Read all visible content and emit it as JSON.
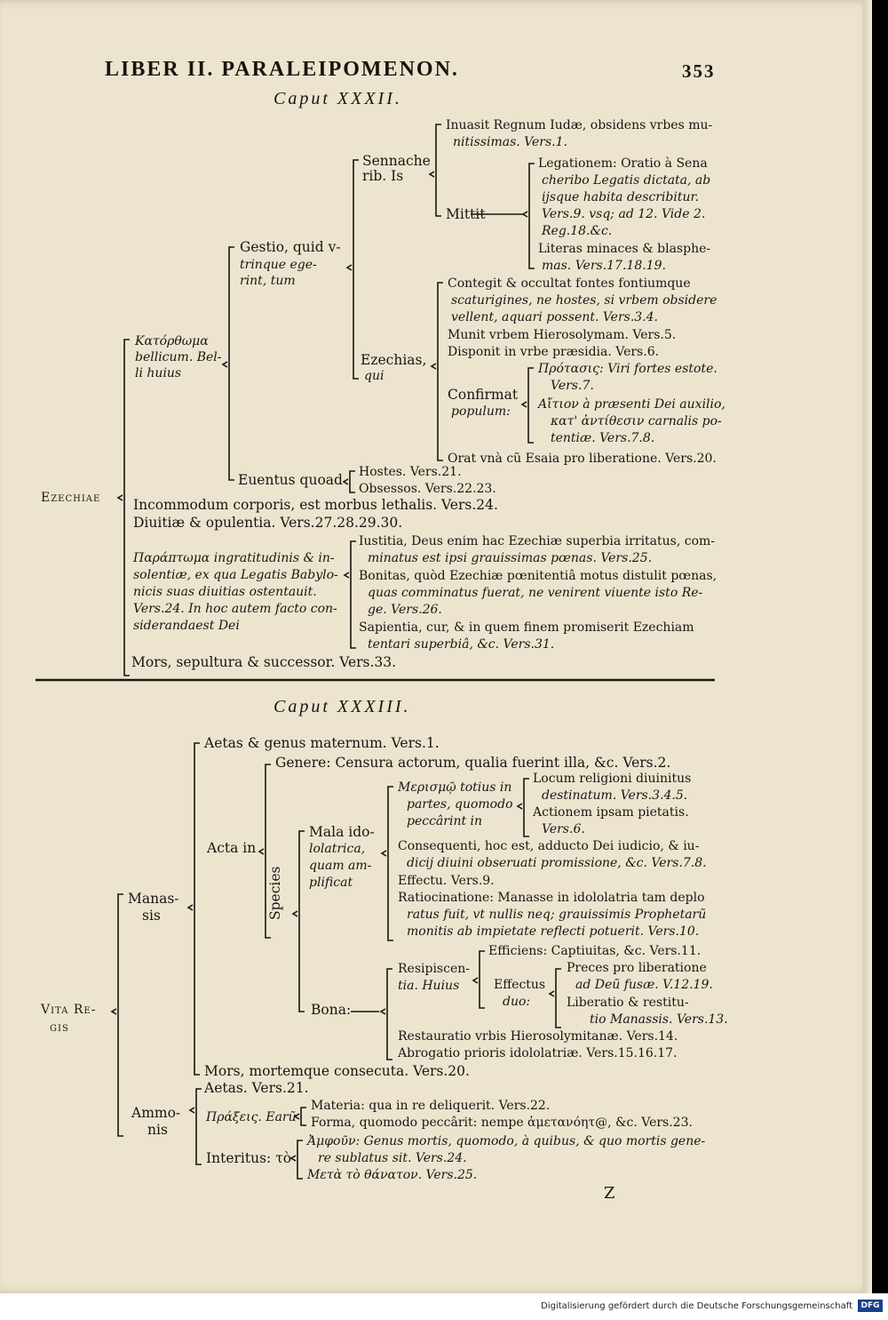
{
  "header": {
    "title": "LIBER II. PARALEIPOMENON.",
    "page_number": "353"
  },
  "chapter_32": {
    "heading": "Caput XXXII.",
    "root": "Ezechiae",
    "katorthoma": [
      "Κατόρθωμα",
      "bellicum. Bel-",
      "li huius"
    ],
    "gestio": [
      "Gestio, quid v-",
      "trinque ege-",
      "rint, tum"
    ],
    "sennacherib": [
      "Sennache",
      "rib. Is"
    ],
    "inuasit": [
      "Inuasit Regnum Iudæ, obsidens vrbes mu-",
      "nitissimas. Vers.1."
    ],
    "mittit": "Mittit",
    "legationem": [
      "Legationem: Oratio à Sena",
      "cheribo Legatis dictata, ab",
      "ijsque habita describitur.",
      "Vers.9. vsq; ad 12. Vide 2.",
      "Reg.18.&c."
    ],
    "literas": [
      "Literas minaces & blasphe-",
      "mas. Vers.17.18.19."
    ],
    "ezechias": [
      "Ezechias,",
      "qui"
    ],
    "contegit": [
      "Contegit & occultat fontes fontiumque",
      "scaturigines, ne hostes, si vrbem obsidere",
      "vellent, aquari possent. Vers.3.4."
    ],
    "munit": "Munit vrbem Hierosolymam. Vers.5.",
    "disponit": "Disponit in vrbe præsidia. Vers.6.",
    "confirmat": [
      "Confirmat",
      "populum:"
    ],
    "protasis": [
      "Πρότασις: Viri fortes estote.",
      "Vers.7."
    ],
    "aitios": [
      "Αἴτιον à præsenti Dei auxilio,",
      "κατ' ἀντίθεσιν carnalis po-",
      "tentiæ. Vers.7.8."
    ],
    "orat": "Orat vnà cũ Esaia pro liberatione. Vers.20.",
    "euentus": "Euentus quoad",
    "hostes": "Hostes. Vers.21.",
    "obsessos": "Obsessos. Vers.22.23.",
    "incommodum": "Incommodum corporis, est morbus lethalis. Vers.24.",
    "diuitiae": "Diuitiæ & opulentia. Vers.27.28.29.30.",
    "paraptoma": [
      "Παράπτωμα ingratitudinis & in-",
      "solentiæ, ex qua Legatis Babylo-",
      "nicis suas diuitias ostentauit.",
      "Vers.24. In hoc autem facto con-",
      "siderandaest Dei"
    ],
    "iustitia": [
      "Iustitia, Deus enim hac Ezechiæ superbia irritatus, com-",
      "minatus est ipsi grauissimas pœnas. Vers.25."
    ],
    "bonitas": [
      "Bonitas, quòd Ezechiæ pœnitentiâ motus distulit pœnas,",
      "quas comminatus fuerat, ne venirent viuente isto Re-",
      "ge. Vers.26."
    ],
    "sapientia": [
      "Sapientia, cur, & in quem finem promiserit Ezechiam",
      "tentari superbiâ, &c. Vers.31."
    ],
    "mors": "Mors, sepultura & successor. Vers.33."
  },
  "chapter_33": {
    "heading": "Caput XXXIII.",
    "root": [
      "Vita Re-",
      "gis"
    ],
    "manasses": [
      "Manas-",
      "sis"
    ],
    "aetas_genus": "Aetas & genus maternum. Vers.1.",
    "acta": "Acta in",
    "genere": "Genere: Censura actorum, qualia fuerint illa, &c. Vers.2.",
    "species": "Species",
    "mala": [
      "Mala ido-",
      "lolatrica,",
      "quam am-",
      "plificat"
    ],
    "merismo": [
      "Μερισμῷ totius in",
      "partes, quomodo",
      "peccârint in"
    ],
    "locum": [
      "Locum religioni diuinitus",
      "destinatum. Vers.3.4.5."
    ],
    "actionem": [
      "Actionem ipsam pietatis.",
      "Vers.6."
    ],
    "consequenti": [
      "Consequenti, hoc est, adducto Dei iudicio, & iu-",
      "dicij diuini obseruati promissione, &c. Vers.7.8."
    ],
    "effectu": "Effectu. Vers.9.",
    "ratiocinatione": [
      "Ratiocinatione: Manasse in idololatria tam deplo",
      "ratus fuit, vt nullis neq; grauissimis Prophetarũ",
      "monitis ab impietate reflecti potuerit. Vers.10."
    ],
    "bona": "Bona:",
    "resipiscentia": [
      "Resipiscen-",
      "tia. Huius"
    ],
    "efficiens": "Efficiens: Captiuitas, &c. Vers.11.",
    "effectus": [
      "Effectus",
      "duo:"
    ],
    "preces": [
      "Preces pro liberatione",
      "ad Deũ fusæ. V.12.19."
    ],
    "liberatio": [
      "Liberatio & restitu-",
      "tio Manassis. Vers.13."
    ],
    "restauratio": "Restauratio vrbis Hierosolymitanæ. Vers.14.",
    "abrogatio": "Abrogatio prioris idololatriæ. Vers.15.16.17.",
    "mors": "Mors, mortemque consecuta. Vers.20.",
    "ammonis": [
      "Ammo-",
      "nis"
    ],
    "aetas": "Aetas. Vers.21.",
    "praxeis": "Πράξεις. Earũ",
    "materia": "Materia: qua in re deliquerit. Vers.22.",
    "forma": "Forma, quomodo peccârit: nempe ἀμετανόητ@, &c. Vers.23.",
    "interitus": "Interitus: τὸ",
    "amphoue": [
      "Ἀμφοῦν: Genus mortis, quomodo, à quibus, & quo mortis gene-",
      "re sublatus sit. Vers.24."
    ],
    "meta": "Μετὰ τὸ θάνατον. Vers.25."
  },
  "signature_mark": "Z",
  "footer": {
    "credit": "Digitalisierung gefördert durch die Deutsche Forschungsgemeinschaft",
    "logo": "DFG"
  }
}
